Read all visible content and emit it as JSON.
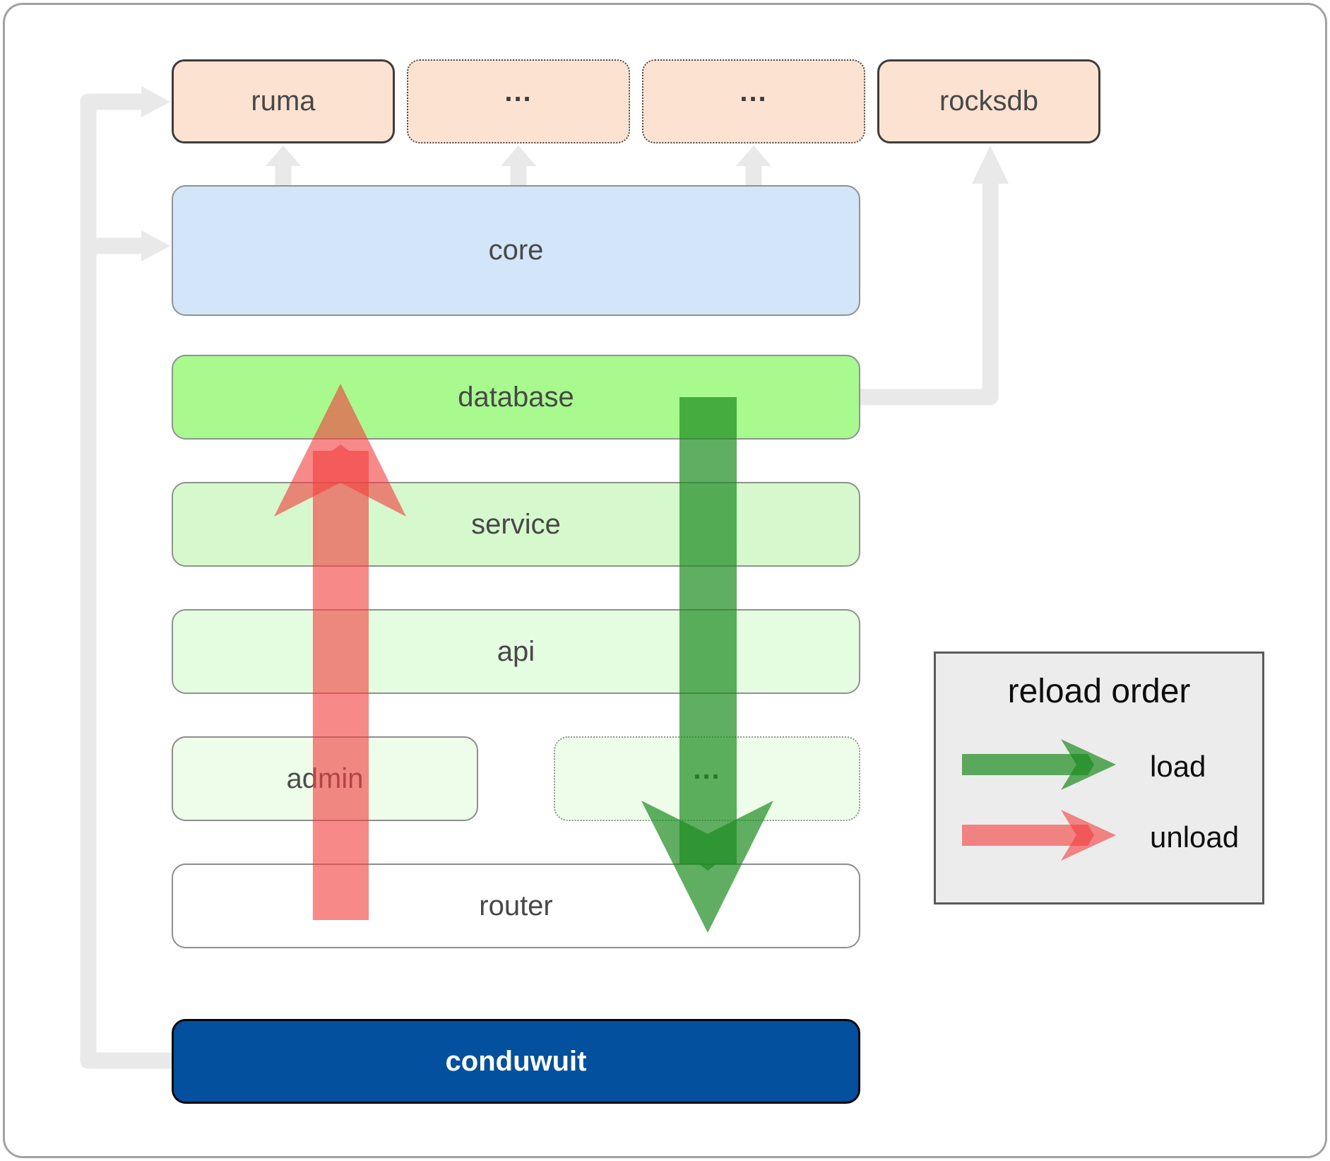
{
  "diagram": {
    "nodes": {
      "ruma": {
        "label": "ruma"
      },
      "ellipsis1": {
        "label": "..."
      },
      "ellipsis2": {
        "label": "..."
      },
      "rocksdb": {
        "label": "rocksdb"
      },
      "core": {
        "label": "core"
      },
      "database": {
        "label": "database"
      },
      "service": {
        "label": "service"
      },
      "api": {
        "label": "api"
      },
      "admin": {
        "label": "admin"
      },
      "admin_more": {
        "label": "..."
      },
      "router": {
        "label": "router"
      },
      "conduwuit": {
        "label": "conduwuit"
      }
    },
    "colors": {
      "dependency_box": "#fce3d1",
      "core_box": "#d3e6f9",
      "database_box": "#a8fa8e",
      "service_box": "#d6f8cd",
      "api_box": "#e4fce0",
      "admin_box": "#edfdea",
      "router_box": "#ffffff",
      "conduwuit_box": "#02509e",
      "connector_gray": "#e9e9e9",
      "load_arrow_green": "#1b8b20",
      "unload_arrow_red": "#f24141"
    }
  },
  "legend": {
    "title": "reload order",
    "items": [
      {
        "label": "load",
        "color": "#1b8b20"
      },
      {
        "label": "unload",
        "color": "#f24141"
      }
    ]
  }
}
